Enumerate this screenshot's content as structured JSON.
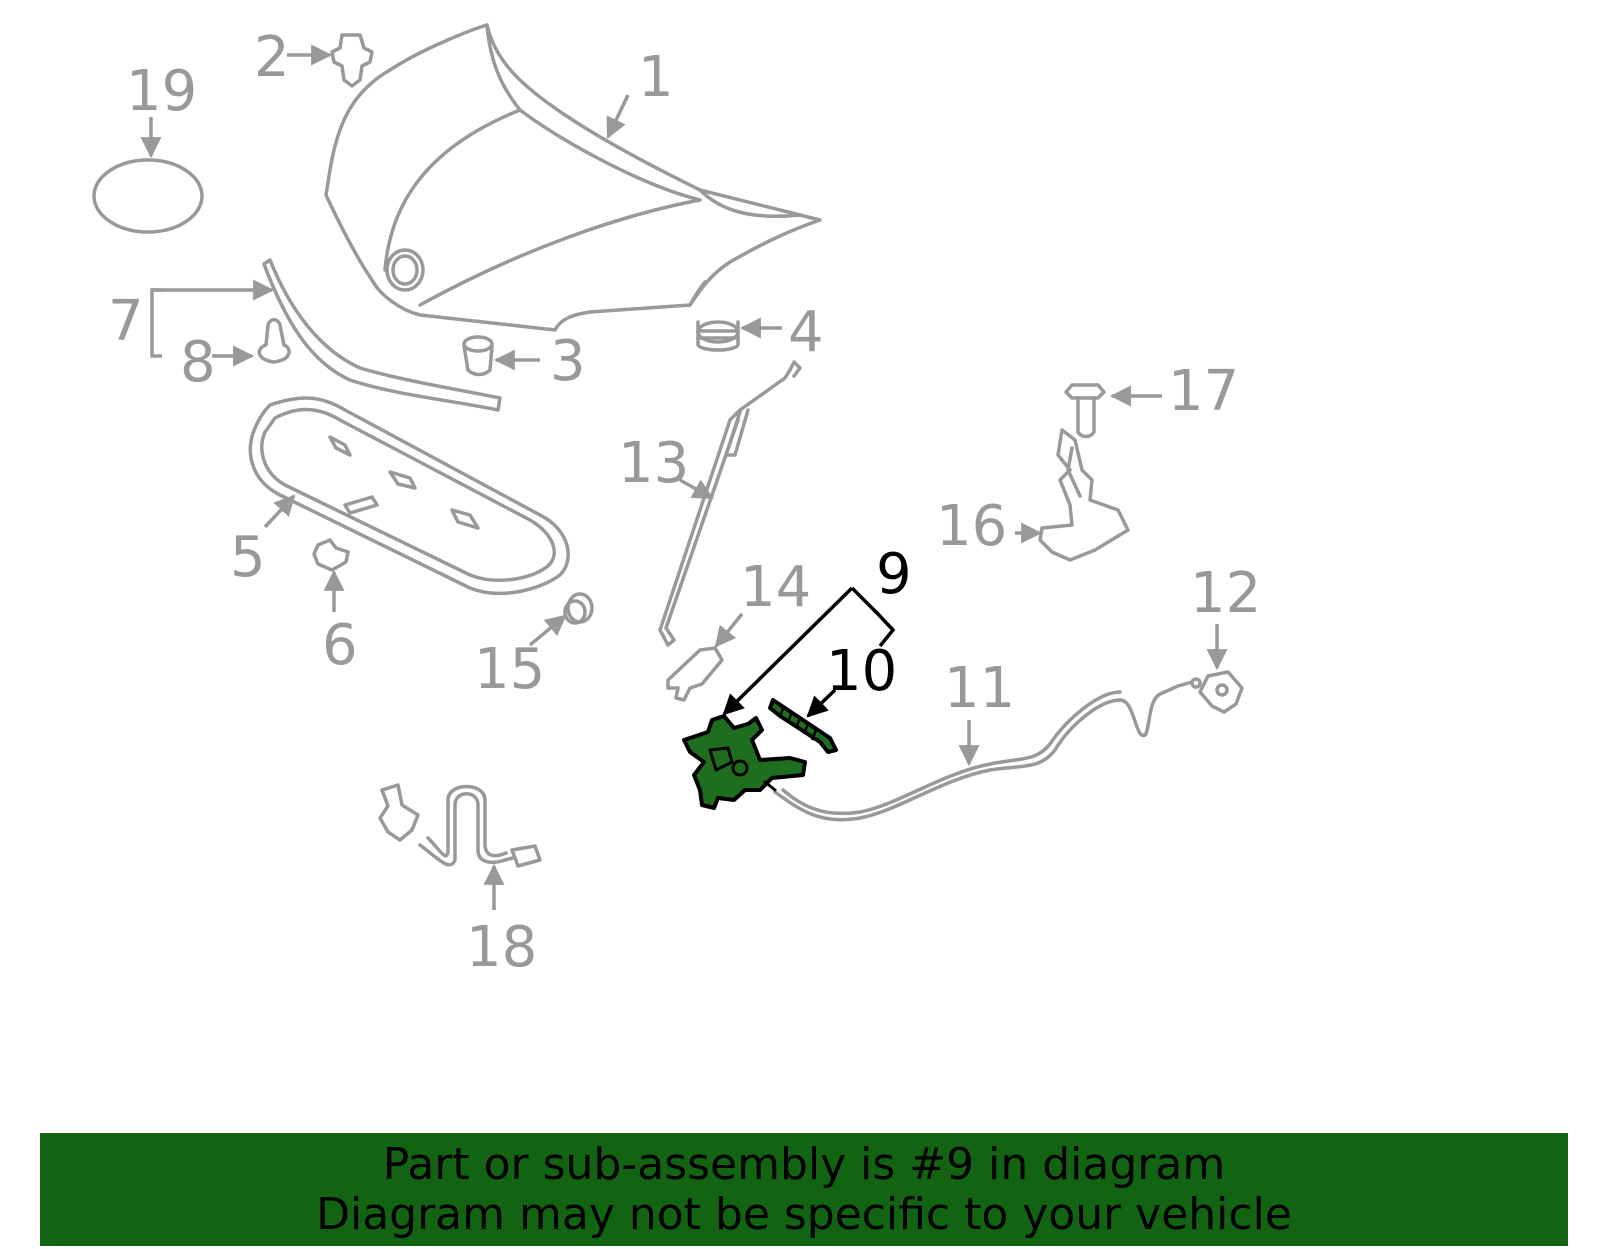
{
  "diagram": {
    "callouts": [
      {
        "id": "1",
        "label": "1"
      },
      {
        "id": "2",
        "label": "2"
      },
      {
        "id": "3",
        "label": "3"
      },
      {
        "id": "4",
        "label": "4"
      },
      {
        "id": "5",
        "label": "5"
      },
      {
        "id": "6",
        "label": "6"
      },
      {
        "id": "7",
        "label": "7"
      },
      {
        "id": "8",
        "label": "8"
      },
      {
        "id": "9",
        "label": "9"
      },
      {
        "id": "10",
        "label": "10"
      },
      {
        "id": "11",
        "label": "11"
      },
      {
        "id": "12",
        "label": "12"
      },
      {
        "id": "13",
        "label": "13"
      },
      {
        "id": "14",
        "label": "14"
      },
      {
        "id": "15",
        "label": "15"
      },
      {
        "id": "16",
        "label": "16"
      },
      {
        "id": "17",
        "label": "17"
      },
      {
        "id": "18",
        "label": "18"
      },
      {
        "id": "19",
        "label": "19"
      }
    ],
    "highlighted_part": "9",
    "colors": {
      "part_outline": "#999999",
      "highlight_fill": "#1f6e1f",
      "highlight_label": "#000000"
    }
  },
  "banner": {
    "line1": "Part or sub-assembly is #9 in diagram",
    "line2": "Diagram may not be specific to your vehicle",
    "background": "#126412"
  }
}
